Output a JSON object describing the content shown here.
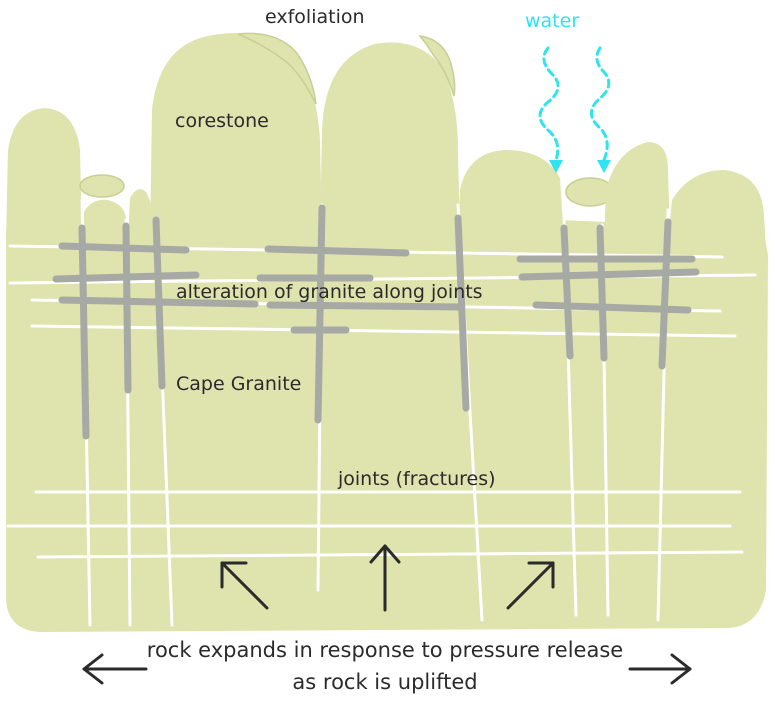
{
  "labels": {
    "exfoliation": "exfoliation",
    "water": "water",
    "corestone": "corestone",
    "alteration": "alteration of granite along joints",
    "cape_granite": "Cape Granite",
    "joints": "joints (fractures)",
    "caption_line1": "rock expands in response to pressure release",
    "caption_line2": "as rock is uplifted"
  },
  "colors": {
    "rock": "#dfe3ae",
    "alteration": "#a7a9a4",
    "joint": "#ffffff",
    "water": "#2fe3f0",
    "text": "#2b2b2b"
  },
  "icons": [
    "arrow-left-icon",
    "arrow-right-icon",
    "arrow-up-icon",
    "arrow-up-left-icon",
    "arrow-up-right-icon",
    "water-drip-icon"
  ]
}
